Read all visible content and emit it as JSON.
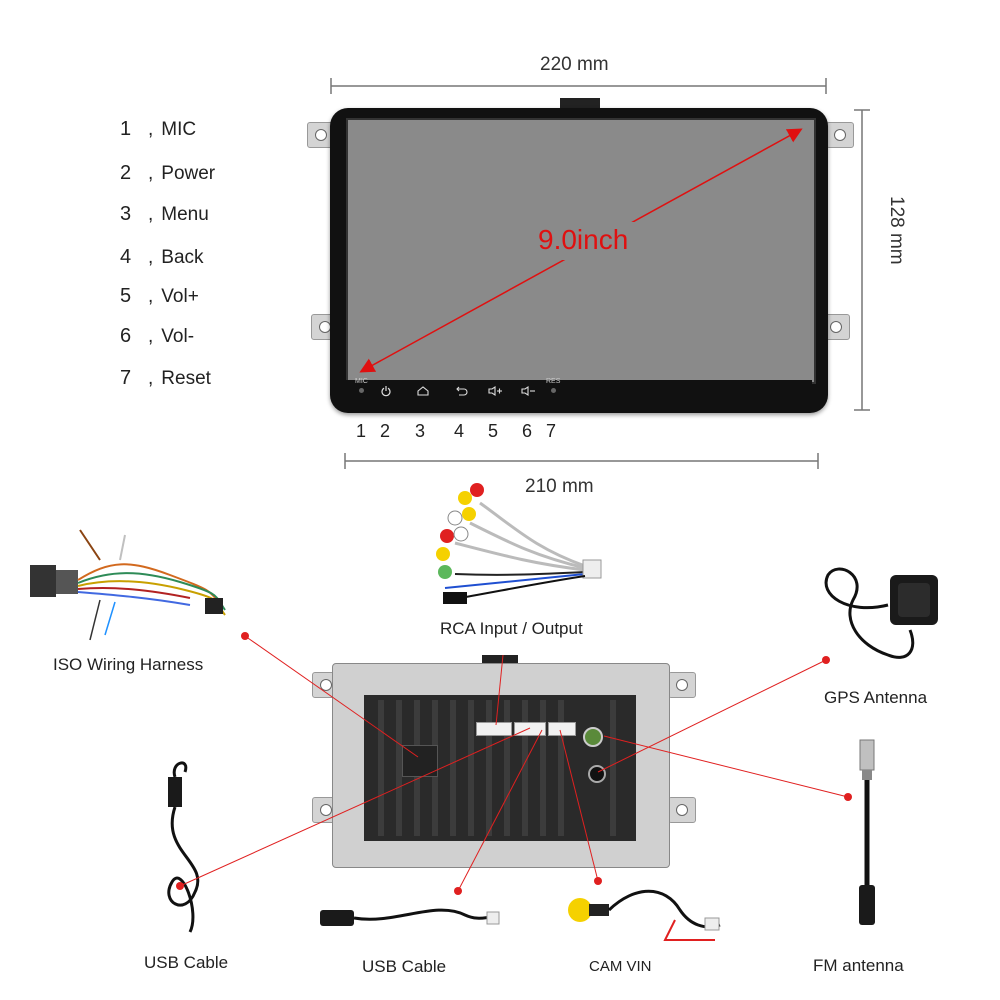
{
  "legend": [
    {
      "num": "1",
      "label": "MIC"
    },
    {
      "num": "2",
      "label": "Power"
    },
    {
      "num": "3",
      "label": "Menu"
    },
    {
      "num": "4",
      "label": "Back"
    },
    {
      "num": "5",
      "label": "Vol+"
    },
    {
      "num": "6",
      "label": "Vol-"
    },
    {
      "num": "7",
      "label": "Reset"
    }
  ],
  "legend_separator": ",",
  "dimensions": {
    "top_width": "220 mm",
    "height": "128 mm",
    "bottom_width": "210 mm"
  },
  "screen": {
    "size_label": "9.0inch",
    "mic_label": "MIC",
    "res_label": "RES"
  },
  "button_numbers": [
    "1",
    "2",
    "3",
    "4",
    "5",
    "6",
    "7"
  ],
  "accessories": {
    "rca": "RCA Input / Output",
    "iso": "ISO Wiring Harness",
    "gps": "GPS Antenna",
    "usb_left": "USB Cable",
    "usb_center": "USB Cable",
    "cam": "CAM VIN",
    "fm": "FM antenna"
  },
  "colors": {
    "annotation_red": "#e01010",
    "pointer_line": "#e02020",
    "device_black": "#111111",
    "screen_gray": "#8a8a8a"
  },
  "icons": [
    "power-icon",
    "home-icon",
    "back-icon",
    "volume-up-icon",
    "volume-down-icon"
  ]
}
